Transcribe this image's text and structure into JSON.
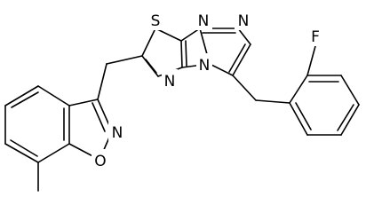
{
  "molecule": {
    "atoms": {
      "s1": "S",
      "n1": "N",
      "n2": "N",
      "n3": "N",
      "n4": "N",
      "n5": "N",
      "f1": "F",
      "o1": "O"
    }
  }
}
